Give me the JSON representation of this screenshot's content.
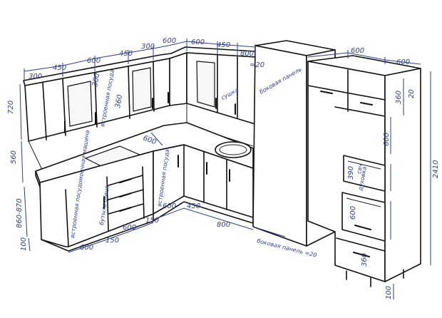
{
  "dimensions": {
    "upper_300": "300",
    "upper_450_a": "450",
    "upper_600_a": "600",
    "upper_450_b": "450",
    "upper_300_b": "300",
    "upper_600_b": "600",
    "upper_600_c": "600",
    "upper_450_c": "450",
    "upper_800": "800",
    "height_720": "720",
    "height_560": "560",
    "height_860_870": "860-870",
    "height_100": "100",
    "tall_600_a": "600",
    "tall_600_b": "600",
    "tall_2410": "2410",
    "tall_20": "20",
    "tall_360_a": "360",
    "tall_600_mid": "600",
    "tall_390": "390",
    "tall_600_low": "600",
    "tall_360_b": "360",
    "tall_100": "100",
    "worktop_600": "600",
    "inner_360": "360",
    "inner_360_b": "360",
    "base_600_a": "600",
    "base_150_a": "150",
    "base_600_b": "600",
    "base_150_b": "150",
    "base_600_c": "600",
    "base_450": "450",
    "base_800": "800",
    "eq_20": "≈20"
  },
  "notes": {
    "side_panel_top": "боковая панель",
    "side_panel_bottom": "боковая панель ≈20",
    "dish_rack": "сушка",
    "built_in_dishwasher": "встроенная посудомоечная машина",
    "bottle_holder": "бутылочница",
    "built_in_dishwasher_2": "встроенная посуда",
    "wall_cabinet_note": "встроенная посуда",
    "microwave": "свч",
    "oven": "духовка"
  },
  "icons": {
    "handle": "handle-icon",
    "sink": "sink-icon",
    "hob": "hob-icon"
  }
}
